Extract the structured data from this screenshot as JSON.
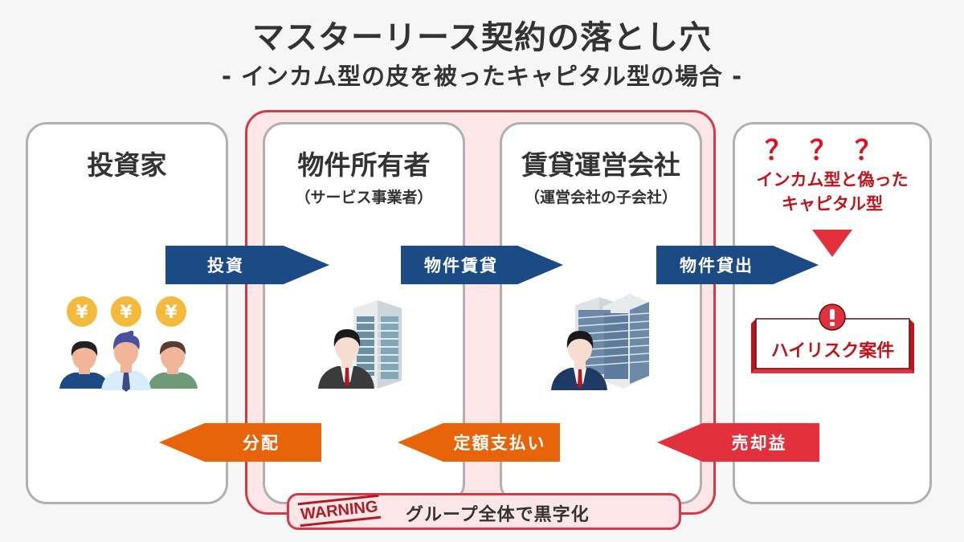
{
  "header": {
    "title": "マスターリース契約の落とし穴",
    "subtitle": "- インカム型の皮を被ったキャピタル型の場合 -"
  },
  "cards": {
    "investor": {
      "title": "投資家"
    },
    "owner": {
      "title": "物件所有者",
      "subtitle": "（サービス事業者）"
    },
    "manager": {
      "title": "賃貸運営会社",
      "subtitle": "（運営会社の子会社）"
    },
    "unknown": {
      "question_marks": "？？？",
      "line1": "インカム型と偽った",
      "line2": "キャピタル型",
      "risk_label": "ハイリスク案件"
    }
  },
  "arrows": {
    "investment": "投資",
    "property_lease": "物件賃貸",
    "property_rent_out": "物件貸出",
    "distribution": "分配",
    "fixed_payment": "定額支払い",
    "sale_profit": "売却益"
  },
  "warning": {
    "stamp": "WARNING",
    "text": "グループ全体で黒字化"
  },
  "colors": {
    "navy": "#1b4a84",
    "orange": "#e8640a",
    "red": "#e2303c",
    "group_border": "#d23a45",
    "group_fill": "#fde6e8",
    "card_border": "#b0b0b0",
    "coin": "#f5b93b"
  },
  "icons": {
    "investors": "three-investors-with-yen-coins",
    "owner": "businessman-with-building",
    "manager": "businessman-with-office-building",
    "risk": "exclamation-icon"
  }
}
